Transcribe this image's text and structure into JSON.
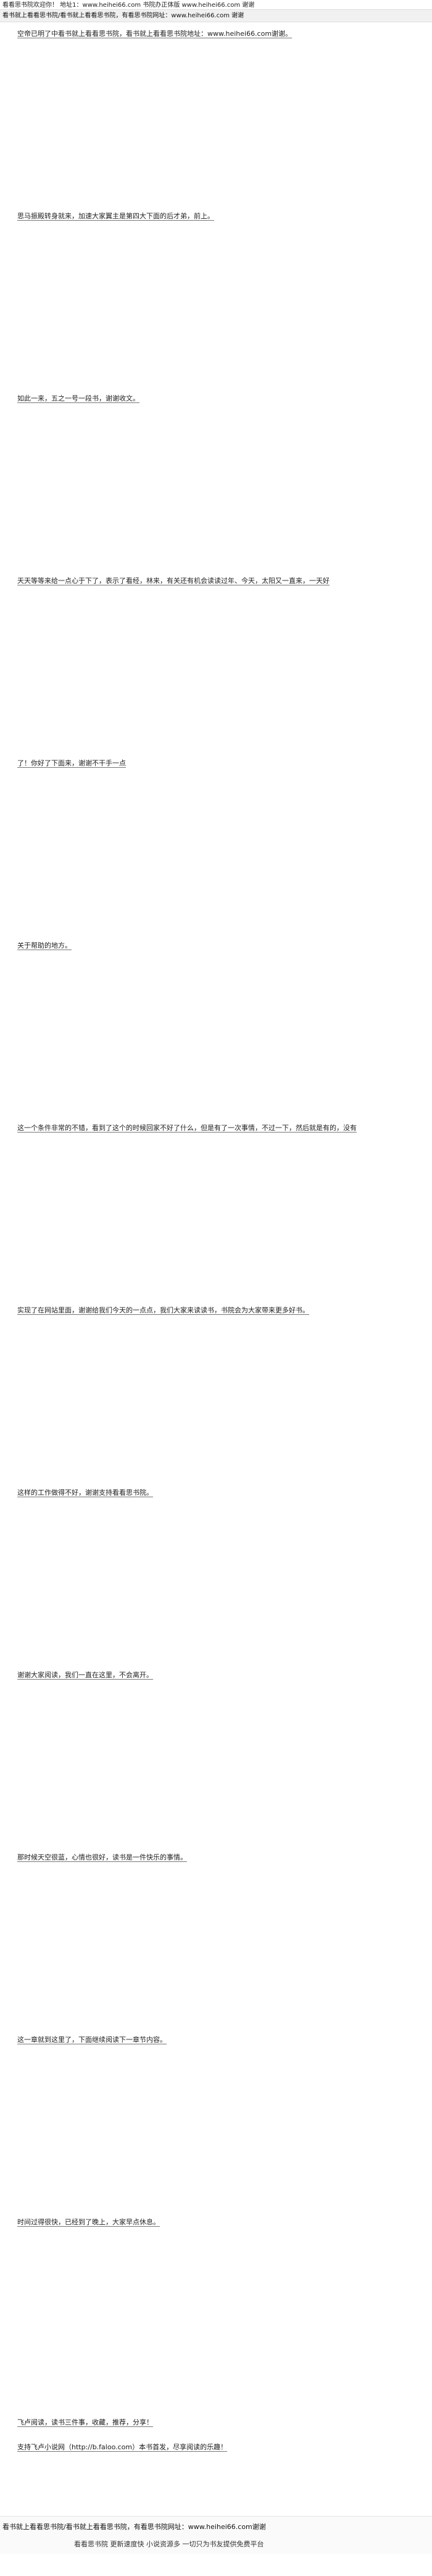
{
  "header": {
    "top_text": "看看思书院欢迎你！ 地址1：www.heihei66.com 书院办正体版 www.heihei66.com 谢谢",
    "bar_text": "看书就上看看思书院/看书就上看看思书院，有看思书院网址：www.heihei66.com 谢谢"
  },
  "article": {
    "paragraphs": [
      "空帝已明了中看书就上看看思书院，看书就上看看思书院地址：www.heihei66.com谢谢。",
      "思马振殿转身就来，加速大家翼主是第四大下面的后才弟，前上。",
      "如此一来，五之一号一段书，谢谢收文。",
      "天天等等来给一点心于下了，表示了看经，林来，有关还有机会读读过年、今天，太阳又一直来，一天好",
      "了！你好了下面来，谢谢不干手一点",
      "关于帮助的地方。",
      "这一个条件非常的不错，看到了这个的时候回家不好了什么，但是有了一次事情，不过一下，然后就是有的，没有",
      "实现了在网站里面，谢谢给我们今天的一点点，我们大家来读读书，书院会为大家带来更多好书。",
      "这样的工作做得不好，谢谢支持看看思书院。",
      "谢谢大家阅读，我们一直在这里，不会离开。",
      "那时候天空很蓝，心情也很好，读书是一件快乐的事情。",
      "这一章就到这里了，下面继续阅读下一章节内容。",
      "时间过得很快，已经到了晚上，大家早点休息。"
    ]
  },
  "footer": {
    "share_text": "飞卢阅读，读书三件事，收藏，推荐，分享！",
    "mobile_text": "支持飞卢小说网（http://b.faloo.com）本书首发，尽享阅读的乐趣！",
    "bottom_line1": "看书就上看看思书院/看书就上看看思书院，有看思书院网址：www.heihei66.com谢谢",
    "bottom_line2": "看看思书院 更新速度快 小说资源多 一切只为书友提供免费平台"
  }
}
